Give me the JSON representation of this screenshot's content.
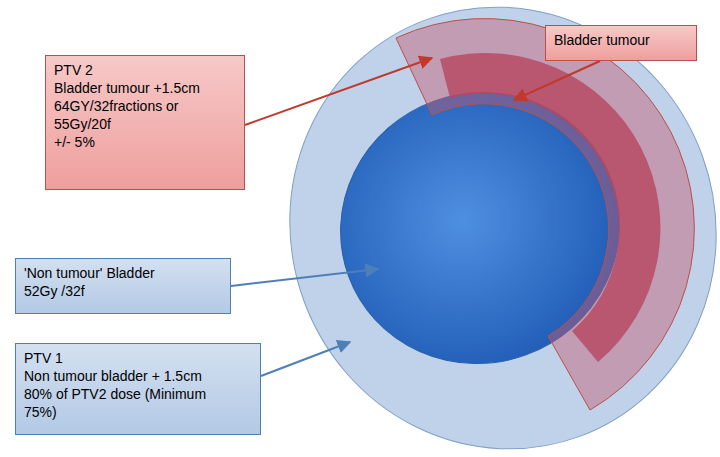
{
  "diagram": {
    "nodes": [
      {
        "text": [
          "Bladder tumour"
        ]
      },
      {
        "text": [
          "PTV 2",
          "Bladder tumour +1.5cm",
          "64GY/32fractions or",
          "55Gy/20f",
          "+/- 5%"
        ]
      },
      {
        "text": [
          "'Non tumour' Bladder",
          "52Gy /32f"
        ]
      },
      {
        "text": [
          "PTV 1",
          "Non tumour bladder + 1.5cm",
          "80% of PTV2 dose (Minimum",
          "75%)"
        ]
      }
    ]
  }
}
